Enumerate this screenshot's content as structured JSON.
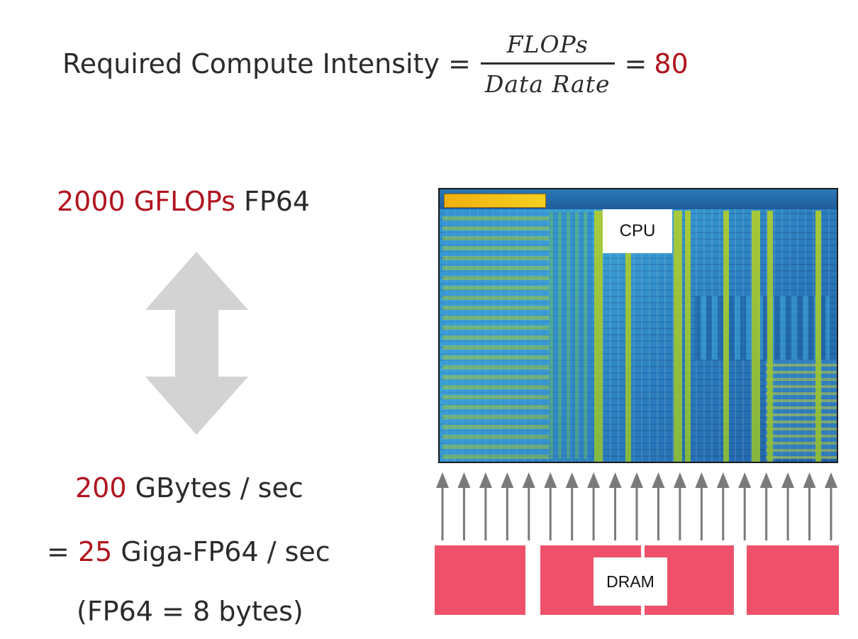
{
  "formula": {
    "lhs": "Required Compute Intensity =",
    "numerator": "FLOPs",
    "denominator": "Data Rate",
    "equals": "=",
    "result": "80"
  },
  "compute": {
    "value": "2000 GFLOPs",
    "unit": "FP64"
  },
  "bandwidth": {
    "line1_value": "200",
    "line1_unit": "GBytes / sec",
    "line2_prefix": "=",
    "line2_value": "25",
    "line2_unit": "Giga-FP64 / sec",
    "line3": "(FP64 = 8 bytes)"
  },
  "diagram": {
    "cpu_label": "CPU",
    "dram_label": "DRAM",
    "arrow_count": 19
  },
  "colors": {
    "accent_red": "#b0141f",
    "dram_pink": "#ee5169",
    "arrow_gray": "#d3d3d3"
  },
  "icons": {
    "double_arrow": "double-arrow-icon",
    "up_arrow": "up-arrow-icon"
  }
}
